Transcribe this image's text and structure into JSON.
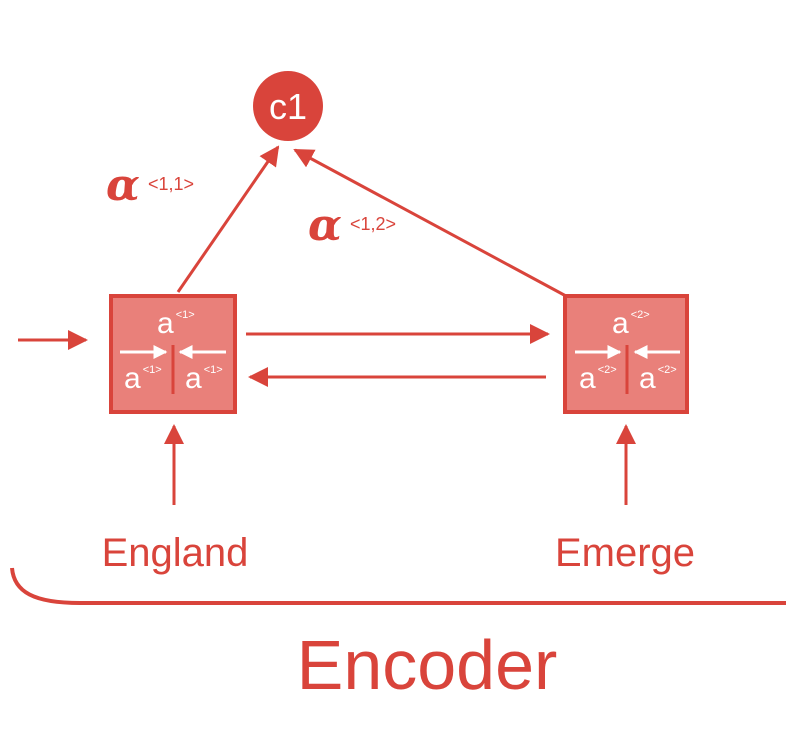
{
  "colors": {
    "accent": "#d9443b",
    "cell_fill": "#e9807a",
    "white": "#ffffff"
  },
  "context_node": {
    "label": "c1"
  },
  "attention_weights": [
    {
      "symbol": "α",
      "index": "<1,1>"
    },
    {
      "symbol": "α",
      "index": "<1,2>"
    }
  ],
  "cells": [
    {
      "top_base": "a",
      "top_sup": "<1>",
      "left_base": "a",
      "left_sup": "<1>",
      "right_base": "a",
      "right_sup": "<1>",
      "input_word": "England"
    },
    {
      "top_base": "a",
      "top_sup": "<2>",
      "left_base": "a",
      "left_sup": "<2>",
      "right_base": "a",
      "right_sup": "<2>",
      "input_word": "Emerge"
    }
  ],
  "section_label": "Encoder"
}
